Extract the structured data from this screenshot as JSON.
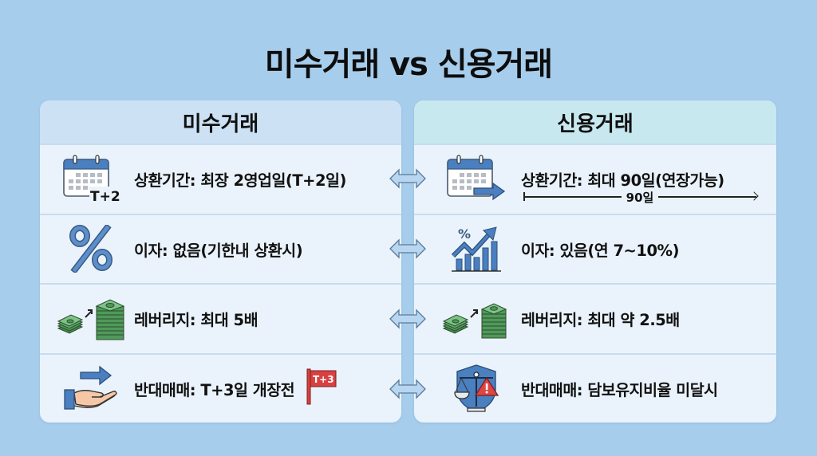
{
  "title": "미수거래 vs 신용거래",
  "colors": {
    "background": "#a7cdec",
    "left_header": "#cde1f5",
    "right_header": "#c8e8f0",
    "row_bg": "#eaf3fc",
    "icon_blue": "#4a7fc0",
    "money_green": "#4f9a5a",
    "flag_red": "#d94040",
    "warning_red": "#e04545"
  },
  "left": {
    "header": "미수거래",
    "rows": [
      {
        "icon": "calendar-t2-icon",
        "icon_label": "T+2",
        "text": "상환기간: 최장 2영업일(T+2일)"
      },
      {
        "icon": "percent-icon",
        "text": "이자: 없음(기한내 상환시)"
      },
      {
        "icon": "money-stack-growth-icon",
        "text": "레버리지: 최대 5배"
      },
      {
        "icon": "hand-arrow-icon",
        "text": "반대매매: T+3일 개장전",
        "badge_icon": "flag-icon",
        "badge_label": "T+3"
      }
    ]
  },
  "right": {
    "header": "신용거래",
    "rows": [
      {
        "icon": "calendar-arrow-icon",
        "text": "상환기간: 최대 90일(연장가능)",
        "timeline_label": "90일"
      },
      {
        "icon": "percent-growth-chart-icon",
        "text": "이자: 있음(연 7~10%)"
      },
      {
        "icon": "money-stack-growth-icon",
        "text": "레버리지: 최대 약 2.5배"
      },
      {
        "icon": "shield-scale-warning-icon",
        "text": "반대매매: 담보유지비율 미달시"
      }
    ]
  },
  "connectors": [
    "double-arrow-icon",
    "double-arrow-icon",
    "double-arrow-icon",
    "double-arrow-icon"
  ]
}
